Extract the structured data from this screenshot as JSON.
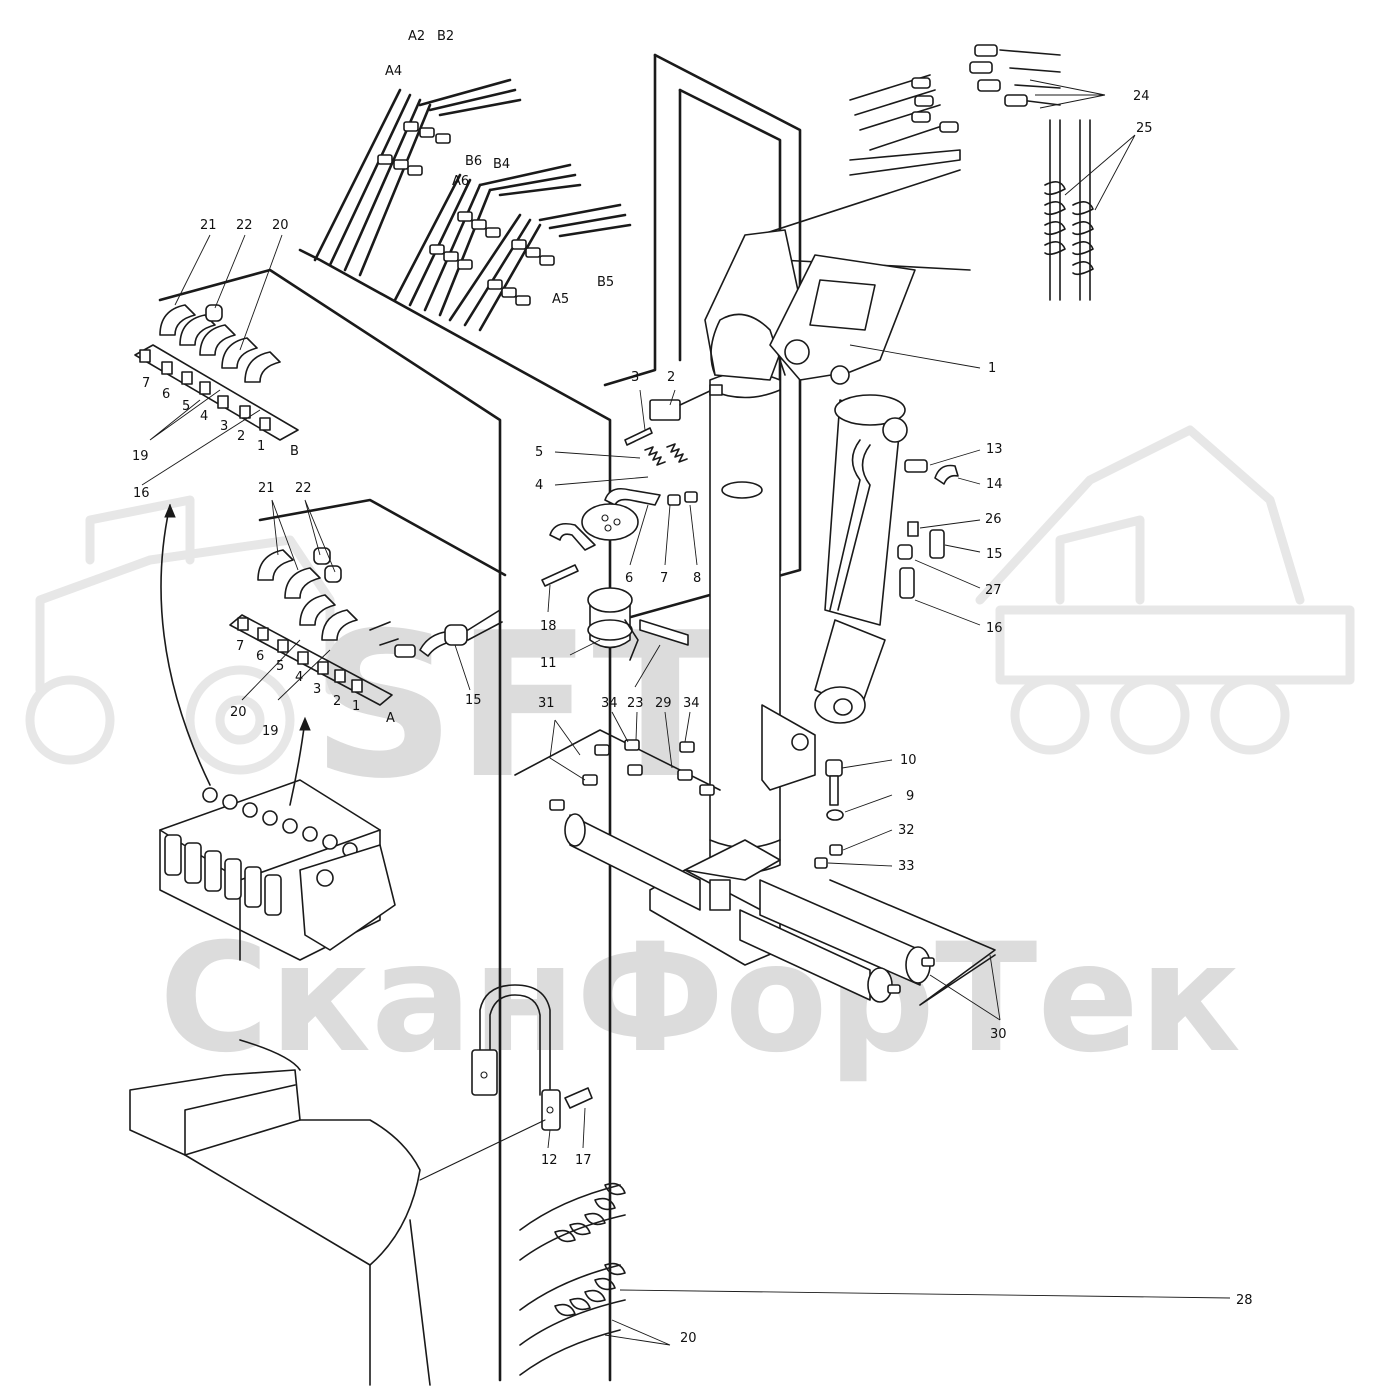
{
  "watermark": {
    "brand": "SFT",
    "company": "СканФорТек"
  },
  "labels": {
    "l1": "1",
    "l2": "2",
    "l3": "3",
    "l4": "4",
    "l5": "5",
    "l6": "6",
    "l7": "7",
    "l8": "8",
    "l9": "9",
    "l10": "10",
    "l11": "11",
    "l12": "12",
    "l13": "13",
    "l14": "14",
    "l15a": "15",
    "l15b": "15",
    "l16a": "16",
    "l16b": "16",
    "l17": "17",
    "l18": "18",
    "l19a": "19",
    "l19b": "19",
    "l20a": "20",
    "l20b": "20",
    "l20c": "20",
    "l21a": "21",
    "l21b": "21",
    "l22a": "22",
    "l22b": "22",
    "l23": "23",
    "l24": "24",
    "l25": "25",
    "l26": "26",
    "l27": "27",
    "l28": "28",
    "l29": "29",
    "l30": "30",
    "l31": "31",
    "l32": "32",
    "l33": "33",
    "l34a": "34",
    "l34b": "34",
    "a2": "A2",
    "b2": "B2",
    "a4": "A4",
    "b6": "B6",
    "b4": "B4",
    "a6": "A6",
    "a5": "A5",
    "b5": "B5",
    "portB": "B",
    "portA": "A",
    "pb1": "1",
    "pb2": "2",
    "pb3": "3",
    "pb4": "4",
    "pb5": "5",
    "pb6": "6",
    "pb7": "7",
    "pa1": "1",
    "pa2": "2",
    "pa3": "3",
    "pa4": "4",
    "pa5": "5",
    "pa6": "6",
    "pa7": "7"
  }
}
